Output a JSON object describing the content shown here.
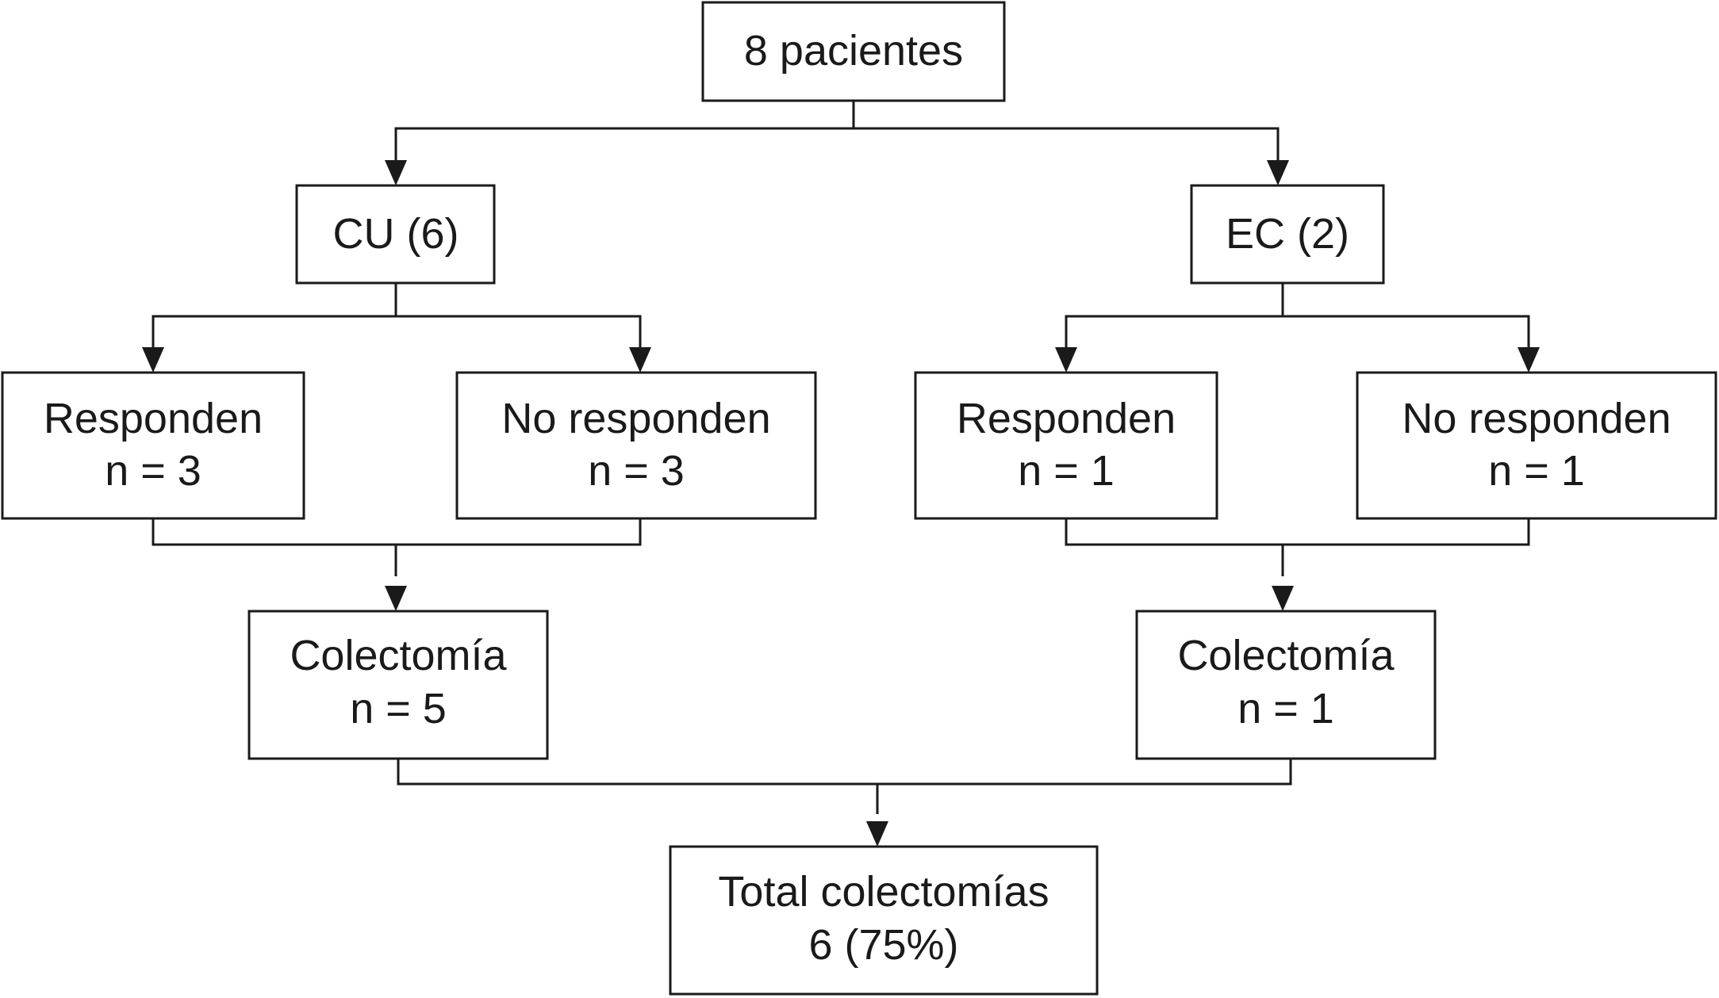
{
  "diagram": {
    "root": {
      "label": "8 pacientes"
    },
    "cu": {
      "label": "CU (6)",
      "responden": {
        "title": "Responden",
        "count": "n = 3"
      },
      "no_responden": {
        "title": "No responden",
        "count": "n = 3"
      },
      "colectomia": {
        "title": "Colectomía",
        "count": "n = 5"
      }
    },
    "ec": {
      "label": "EC (2)",
      "responden": {
        "title": "Responden",
        "count": "n = 1"
      },
      "no_responden": {
        "title": "No responden",
        "count": "n = 1"
      },
      "colectomia": {
        "title": "Colectomía",
        "count": "n = 1"
      }
    },
    "total": {
      "title": "Total colectomías",
      "count": "6 (75%)"
    }
  }
}
